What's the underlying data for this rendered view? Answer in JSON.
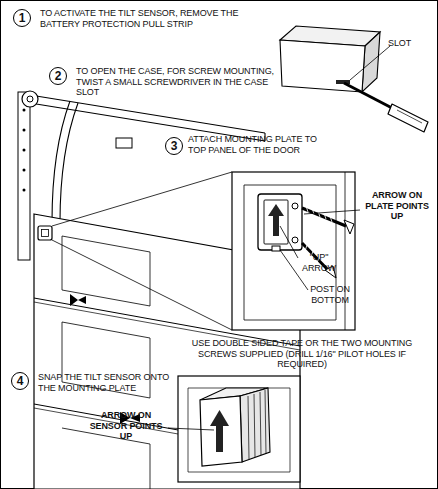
{
  "diagram": {
    "nodes": [
      {
        "text": [
          "1"
        ]
      },
      {
        "text": [
          "2"
        ]
      },
      {
        "text": [
          "3"
        ]
      },
      {
        "text": [
          "4"
        ]
      }
    ],
    "labels": [
      "TO ACTIVATE THE TILT SENSOR, REMOVE THE BATTERY PROTECTION PULL STRIP",
      "TO OPEN THE CASE, FOR SCREW MOUNTING, TWIST A SMALL SCREWDRIVER IN THE CASE SLOT",
      "SLOT",
      "ATTACH MOUNTING PLATE TO TOP PANEL OF THE DOOR",
      "ARROW ON PLATE POINTS UP",
      "\"UP\" ARROW",
      "POST ON BOTTOM",
      "USE DOUBLE SIDED TAPE OR THE TWO MOUNTING SCREWS SUPPLIED (DRILL 1/16\" PILOT HOLES IF REQUIRED)",
      "SNAP THE TILT SENSOR ONTO THE MOUNTING PLATE",
      "ARROW ON SENSOR POINTS UP"
    ]
  }
}
